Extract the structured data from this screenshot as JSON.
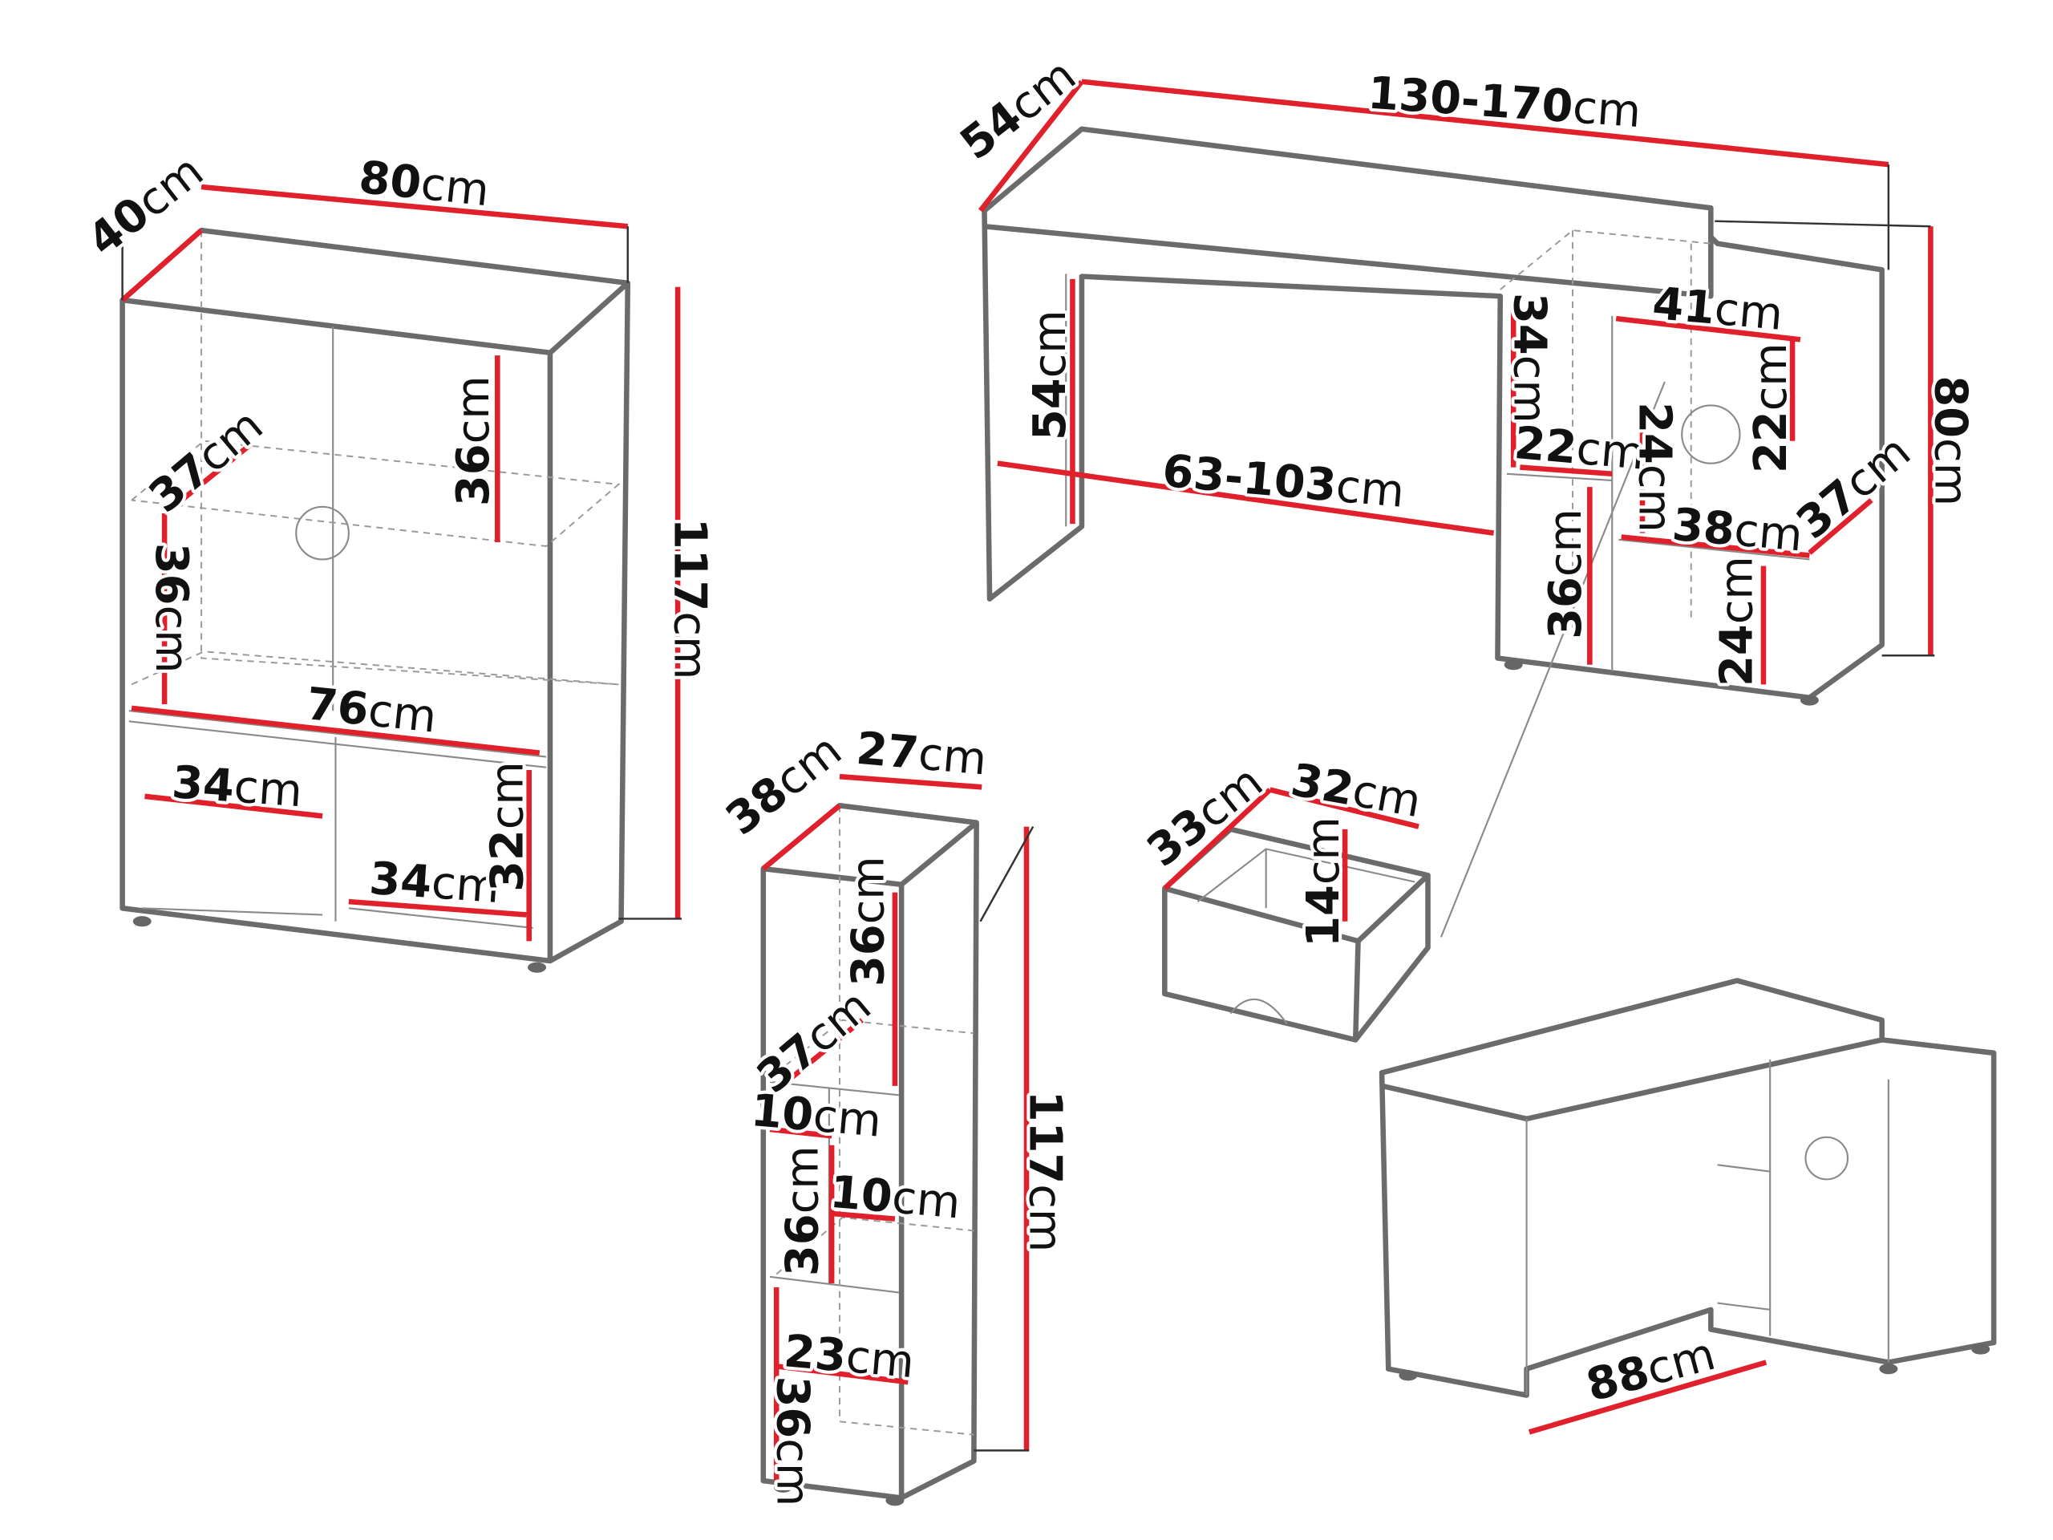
{
  "unit": "cm",
  "colors": {
    "dimension": "#e0202a",
    "outline": "#6b6b6b"
  },
  "cabinet": {
    "labels": [
      "40",
      "80",
      "117",
      "37",
      "36",
      "36",
      "76",
      "34",
      "34",
      "32"
    ]
  },
  "desk": {
    "labels": [
      "54",
      "130-170",
      "80",
      "54",
      "63-103",
      "34",
      "41",
      "22",
      "22",
      "24",
      "38",
      "37",
      "36",
      "24"
    ]
  },
  "bookshelf": {
    "labels": [
      "38",
      "27",
      "117",
      "36",
      "37",
      "10",
      "36",
      "10",
      "23",
      "36"
    ]
  },
  "drawer": {
    "labels": [
      "33",
      "32",
      "14"
    ]
  },
  "corner_desk": {
    "labels": [
      "88"
    ]
  }
}
